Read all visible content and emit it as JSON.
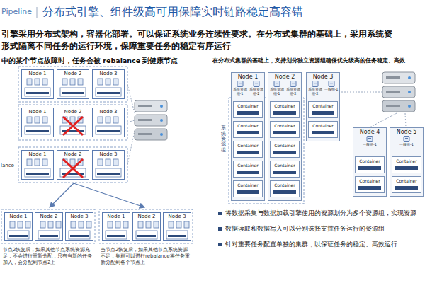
{
  "diagram": {
    "title": "分布式引擎、组件级高可用保障实时链路稳定高容错",
    "nodes": [
      {
        "text": [
          "Node 1"
        ]
      },
      {
        "text": [
          "Node 2"
        ]
      },
      {
        "text": [
          "Node 3"
        ]
      },
      {
        "text": [
          "Node 1"
        ]
      },
      {
        "text": [
          "Node 2"
        ]
      },
      {
        "text": [
          "Node 3"
        ]
      },
      {
        "text": [
          "Node 1"
        ]
      },
      {
        "text": [
          "Node 2"
        ]
      },
      {
        "text": [
          "Node 3"
        ]
      },
      {
        "text": [
          "Node 1"
        ]
      },
      {
        "text": [
          "Node 2"
        ]
      },
      {
        "text": [
          "Node 3"
        ]
      },
      {
        "text": [
          "Node 1"
        ]
      },
      {
        "text": [
          "Node 2"
        ]
      },
      {
        "text": [
          "Node 3"
        ]
      },
      {
        "text": [
          "Node 1",
          "系统资源组-1",
          "系统资源组-2"
        ]
      },
      {
        "text": [
          "Container"
        ],
        "in": 15
      },
      {
        "text": [
          "Container"
        ],
        "in": 15
      },
      {
        "text": [
          "Container"
        ],
        "in": 15
      },
      {
        "text": [
          "Container"
        ],
        "in": 15
      },
      {
        "text": [
          "Container"
        ],
        "in": 15
      },
      {
        "text": [
          "Node 2",
          "系统资源组-1",
          "系统资源组-2"
        ]
      },
      {
        "text": [
          "Container"
        ],
        "in": 21
      },
      {
        "text": [
          "Container"
        ],
        "in": 21
      },
      {
        "text": [
          "Container"
        ],
        "in": 21
      },
      {
        "text": [
          "Container"
        ],
        "in": 21
      },
      {
        "text": [
          "Container"
        ],
        "in": 21
      },
      {
        "text": [
          "Node 3",
          "系统资源组-2",
          "一般组-1"
        ]
      },
      {
        "text": [
          "Container"
        ],
        "in": 27
      },
      {
        "text": [
          "Container"
        ],
        "in": 27
      },
      {
        "text": [
          "Node 4",
          "一般组-1"
        ]
      },
      {
        "text": [
          "Container"
        ],
        "in": 30
      },
      {
        "text": [
          "Container"
        ],
        "in": 30
      },
      {
        "text": [
          "Node 5",
          "一般组-1"
        ]
      },
      {
        "text": [
          "Container"
        ],
        "in": 33
      },
      {
        "text": [
          "Container"
        ],
        "in": 33
      }
    ],
    "labels": [
      "Pipeline",
      "引擎采用分布式架构，容器化部署。可以保证系统业务连续性要求。在分布式集群的基础上，采用系统资",
      "形式隔离不同任务的运行环境，保障重要任务的稳定有序运行",
      "中的某个节点故障时，任务会被 rebalance 到健康节点",
      "在分布式集群的基础上，支持划分独立资源组确保优先级高的任务稳定、高效",
      "lance",
      "节点2恢复后，如果其他节点系统资源充足，不会进行重新分配，只有当新的任务加入，会分配到节点2上",
      "当节点2恢复后，如果其他节点系统资源不足，集群可以进行rebalance将任务重新分配到各个节点上",
      "将数据采集与数据加载引擎使用的资源划分为多个资源组，实现资源",
      "数据读取和数据写入可以分别选择支撑任务运行的资源组",
      "针对重要任务配置单独的集群，以保证任务的稳定、高效运行",
      "系统资源组"
    ]
  }
}
